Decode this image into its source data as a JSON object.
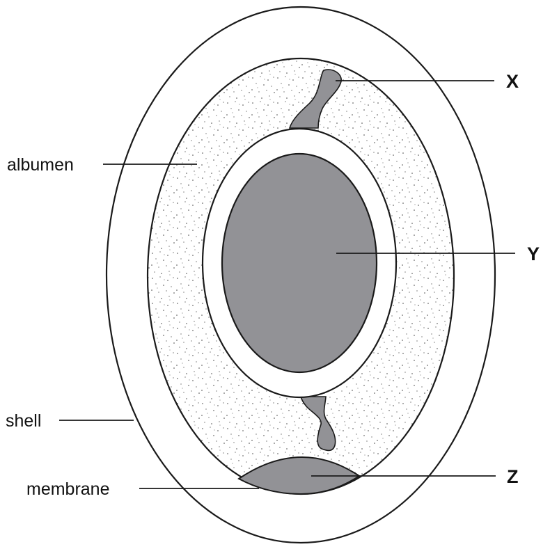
{
  "labels": {
    "albumen": "albumen",
    "shell": "shell",
    "membrane": "membrane",
    "x": "X",
    "y": "Y",
    "z": "Z"
  },
  "colors": {
    "dark_fill": "#929296",
    "speckle": "#3a3a3a",
    "outline": "#1a1a1a",
    "background": "#ffffff"
  }
}
